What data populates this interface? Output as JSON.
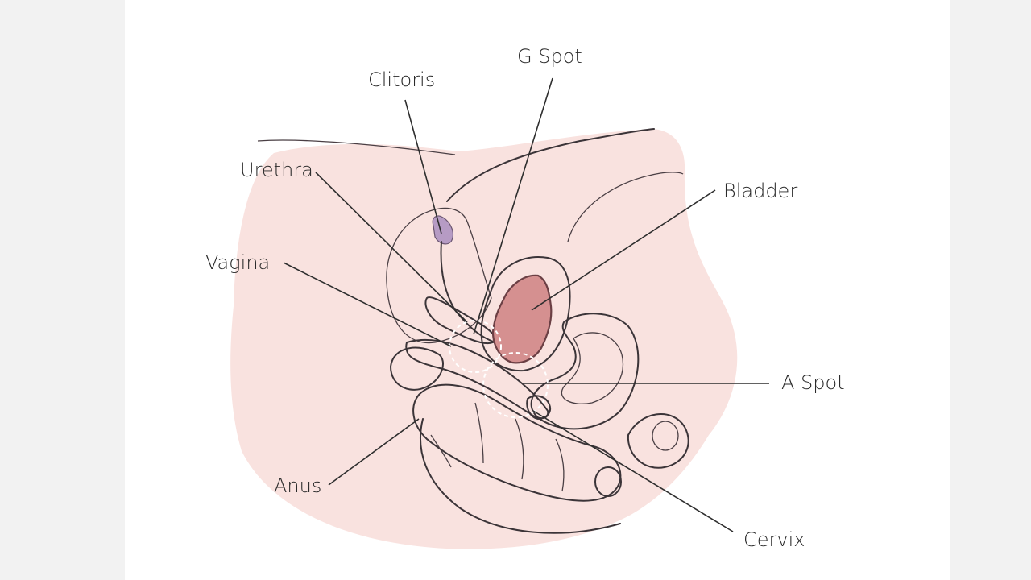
{
  "labels": {
    "clitoris": "Clitoris",
    "g_spot": "G Spot",
    "urethra": "Urethra",
    "bladder": "Bladder",
    "vagina": "Vagina",
    "a_spot": "A Spot",
    "anus": "Anus",
    "cervix": "Cervix"
  },
  "colors": {
    "skin": "#f9e2df",
    "tissue": "#f3c3c1",
    "tissue_dark": "#e6a3a3",
    "organ": "#d59090",
    "clitoris": "#b69bc4",
    "line": "#3b3438"
  }
}
